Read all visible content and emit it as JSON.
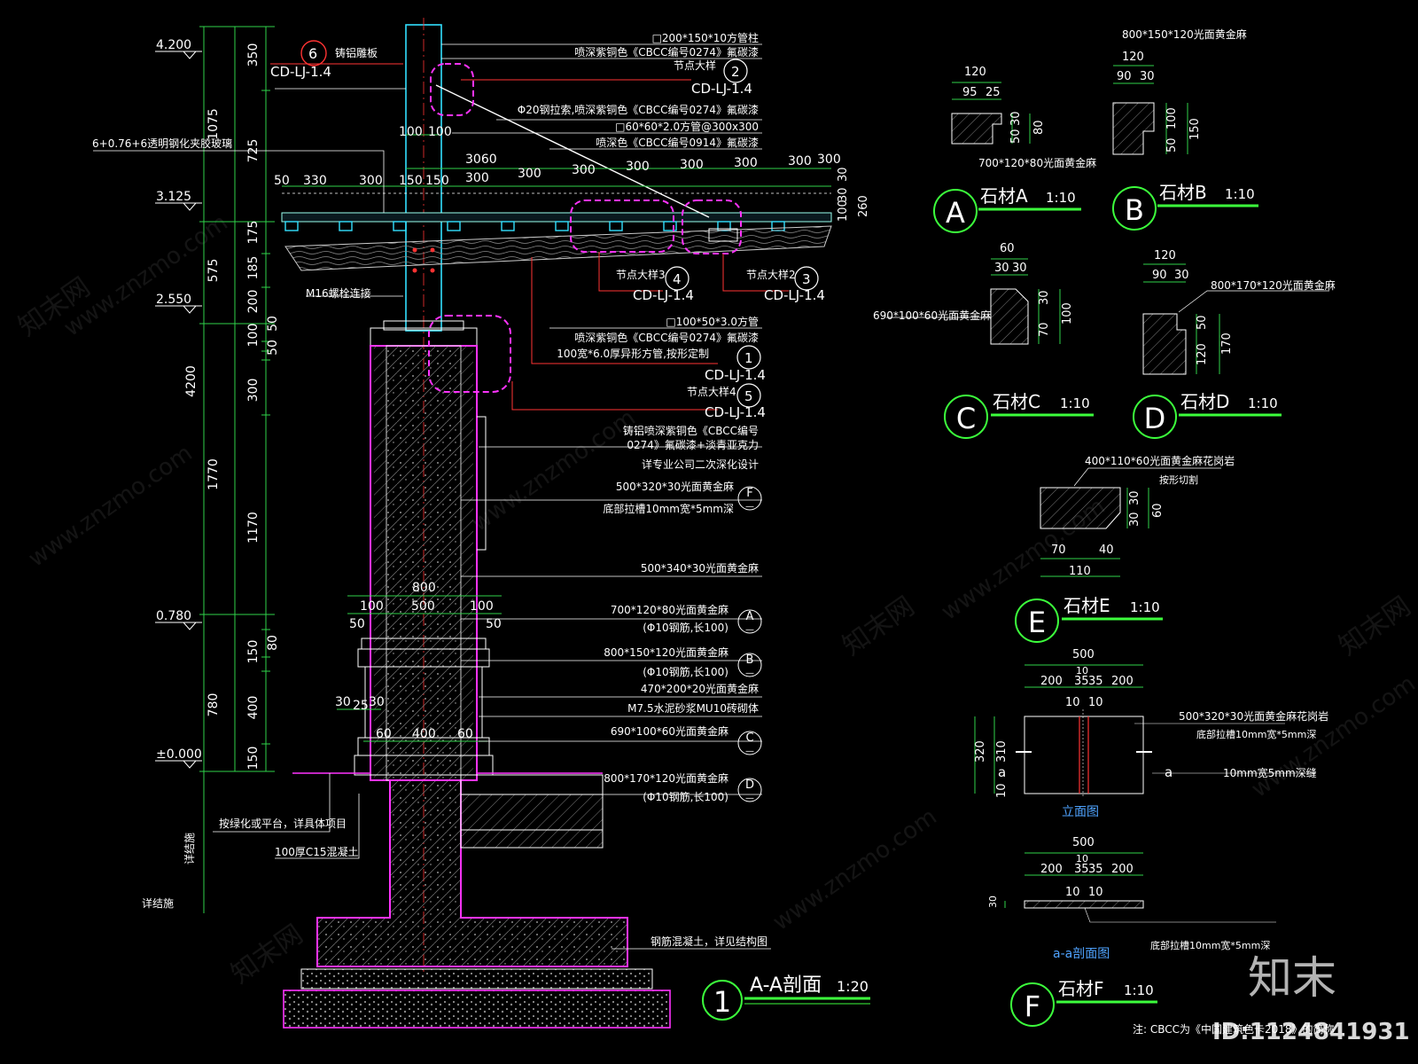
{
  "main_section": {
    "symbol": "1",
    "title": "A-A剖面",
    "scale": "1:20"
  },
  "elevations": [
    "4.200",
    "3.125",
    "2.550",
    "0.780",
    "±0.000"
  ],
  "vertical_dims_outer": [
    "1075",
    "575",
    "4200",
    "1770",
    "780"
  ],
  "vertical_dims_inner": [
    "350",
    "725",
    "175",
    "185",
    "200",
    "100",
    "50",
    "50",
    "300",
    "1170",
    "150",
    "80",
    "400",
    "150"
  ],
  "top_dims": [
    "3060",
    "50",
    "330",
    "300",
    "150",
    "150",
    "300",
    "300",
    "300",
    "300",
    "300",
    "300",
    "300"
  ],
  "post_dims": [
    "100",
    "100"
  ],
  "right_dims": [
    "30",
    "30",
    "100",
    "260"
  ],
  "base_dims": {
    "total": "800",
    "parts": [
      "100",
      "500",
      "100"
    ],
    "edges": [
      "50",
      "50"
    ],
    "stone": [
      "30",
      "25",
      "30"
    ],
    "lower": [
      "60",
      "400",
      "60"
    ]
  },
  "left_notes": {
    "glass": "6+0.76+6透明钢化夹胶玻璃",
    "bolt": "M16螺栓连接",
    "platform": "按绿化或平台，详具体项目",
    "concrete": "100厚C15混凝土",
    "grade_a": "详结施",
    "grade_b": "详结施"
  },
  "callout_left": {
    "num": "6",
    "ref": "CD-LJ-1.4",
    "note": "铸铝雕板"
  },
  "callouts": [
    {
      "num": "2",
      "ref": "CD-LJ-1.4",
      "label": "节点大样"
    },
    {
      "num": "4",
      "ref": "CD-LJ-1.4",
      "label": "节点大样3"
    },
    {
      "num": "3",
      "ref": "CD-LJ-1.4",
      "label": "节点大样2"
    },
    {
      "num": "1",
      "ref": "CD-LJ-1.4",
      "label": ""
    },
    {
      "num": "5",
      "ref": "CD-LJ-1.4",
      "label": "节点大样4"
    }
  ],
  "right_notes": [
    "□200*150*10方管柱",
    "喷深紫铜色《CBCC编号0274》氟碳漆",
    "Φ20钢拉索,喷深紫铜色《CBCC编号0274》氟碳漆",
    "□60*60*2.0方管@300x300",
    "喷深色《CBCC编号0914》氟碳漆",
    "□100*50*3.0方管",
    "喷深紫铜色《CBCC编号0274》氟碳漆",
    "100宽*6.0厚异形方管,按形定制",
    "铸铝喷深紫铜色《CBCC编号",
    "0274》氟碳漆+淡青亚克力",
    "详专业公司二次深化设计",
    "500*320*30光面黄金麻",
    "底部拉槽10mm宽*5mm深",
    "500*340*30光面黄金麻",
    "700*120*80光面黄金麻",
    "(Φ10钢筋,长100)",
    "800*150*120光面黄金麻",
    "(Φ10钢筋,长100)",
    "470*200*20光面黄金麻",
    "M7.5水泥砂浆MU10砖砌体",
    "690*100*60光面黄金麻",
    "800*170*120光面黄金麻",
    "(Φ10钢筋,长100)",
    "钢筋混凝土，详见结构图"
  ],
  "note_tags": [
    "F",
    "A",
    "B",
    "C",
    "D"
  ],
  "note_tag_dash": "—",
  "details": [
    {
      "letter": "A",
      "name": "石材A",
      "scale": "1:10",
      "top": "120",
      "sub": [
        "95",
        "25"
      ],
      "side": [
        "50",
        "30",
        "80"
      ],
      "bottom": "700*120*80光面黄金麻"
    },
    {
      "letter": "B",
      "name": "石材B",
      "scale": "1:10",
      "top": "800*150*120光面黄金麻",
      "sub": [
        "120",
        "90",
        "30"
      ],
      "side": [
        "50",
        "100",
        "150"
      ]
    },
    {
      "letter": "C",
      "name": "石材C",
      "scale": "1:10",
      "top": "60",
      "sub": [
        "30",
        "30"
      ],
      "side": [
        "30",
        "70",
        "100"
      ],
      "label": "690*100*60光面黄金麻"
    },
    {
      "letter": "D",
      "name": "石材D",
      "scale": "1:10",
      "top": "120",
      "sub": [
        "90",
        "30"
      ],
      "side": [
        "50",
        "120",
        "170"
      ],
      "label": "800*170*120光面黄金麻"
    },
    {
      "letter": "E",
      "name": "石材E",
      "scale": "1:10",
      "top": "400*110*60光面黄金麻花岗岩",
      "note": "按形切割",
      "bottom": [
        "70",
        "40",
        "110"
      ],
      "side": [
        "30",
        "30",
        "60"
      ]
    },
    {
      "letter": "F",
      "name": "石材F",
      "scale": "1:10"
    }
  ],
  "detail_f": {
    "elev_title": "立面图",
    "sect_title": "a-a剖面图",
    "width": "500",
    "center": "10",
    "parts": [
      "200",
      "35",
      "35",
      "200"
    ],
    "groove": [
      "10",
      "10"
    ],
    "height": [
      "320",
      "310",
      "10"
    ],
    "cut": "a",
    "note1": "500*320*30光面黄金麻花岗岩",
    "note2": "底部拉槽10mm宽*5mm深",
    "note3": "10mm宽5mm深缝",
    "sect_thk": "30",
    "sect_note": "底部拉槽10mm宽*5mm深"
  },
  "footnote": "注: CBCC为《中国建筑色卡2018》的简称",
  "watermark": {
    "logo": "知末",
    "id": "ID:1124841931",
    "site": "www.znzmo.com",
    "cn": "知末网"
  },
  "colors": {
    "background": "#000000",
    "lines": "#ffffff",
    "dimension": "#2fd24a",
    "accent": "#ff33ff",
    "leader": "#ff3333"
  }
}
